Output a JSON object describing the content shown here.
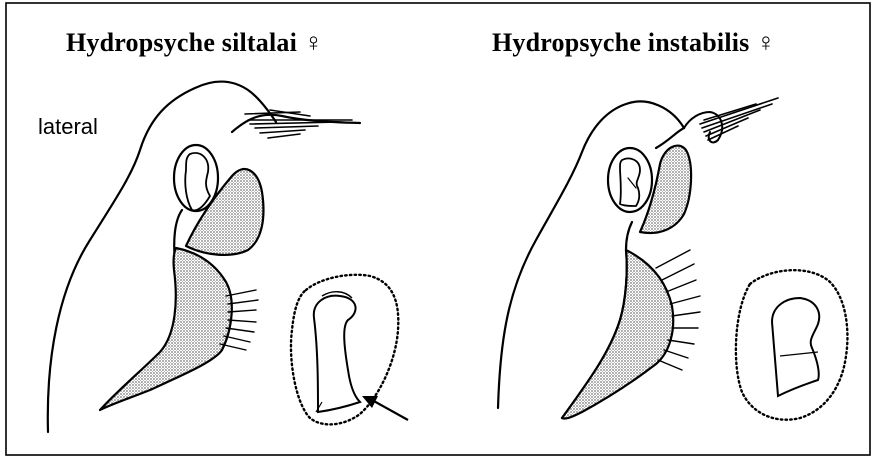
{
  "panels": {
    "left": {
      "title": "Hydropsyche siltalai ♀"
    },
    "right": {
      "title": "Hydropsyche instabilis ♀"
    }
  },
  "view_label": "lateral",
  "colors": {
    "line": "#000000",
    "stipple": "#808080",
    "background": "#ffffff"
  }
}
